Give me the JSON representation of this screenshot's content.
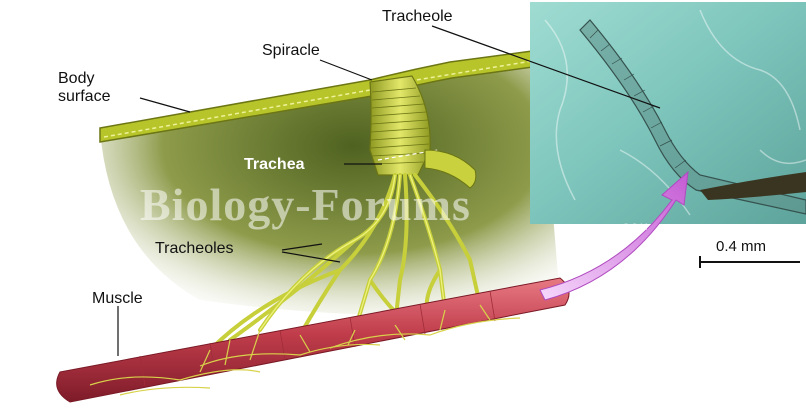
{
  "labels": {
    "tracheole": "Tracheole",
    "spiracle": "Spiracle",
    "body_surface_line1": "Body",
    "body_surface_line2": "surface",
    "trachea": "Trachea",
    "tracheoles": "Tracheoles",
    "muscle": "Muscle"
  },
  "scale_bar": {
    "label": "0.4 mm"
  },
  "watermark": {
    "text": "Biology-Forums",
    "sub": ".COM"
  },
  "colors": {
    "body_wall": "#b8c52a",
    "tissue_shadow": "#6f7f2a",
    "muscle": "#c8404e",
    "micrograph": "#8ccfc6",
    "arrow": "#d58ae0"
  }
}
